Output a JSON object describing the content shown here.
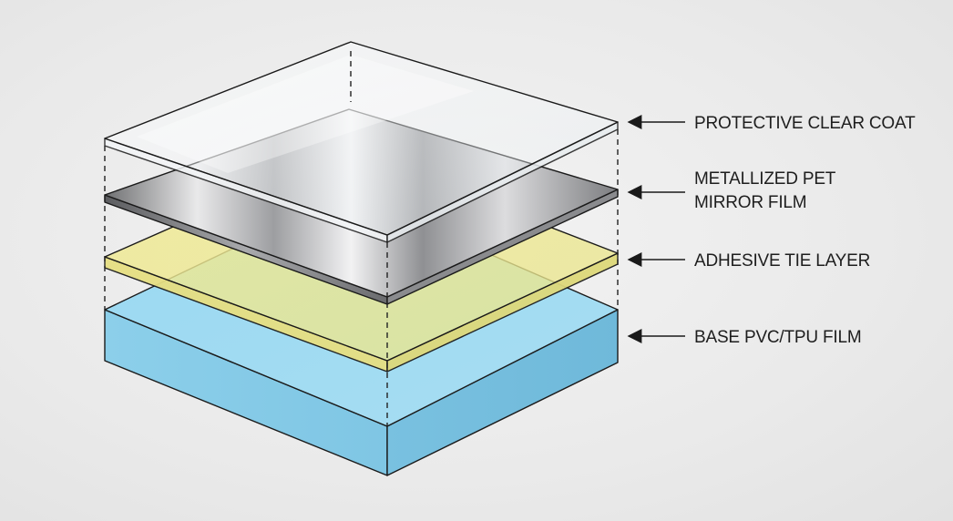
{
  "layers": [
    {
      "id": "protective",
      "label_lines": [
        "PROTECTIVE CLEAR COAT"
      ]
    },
    {
      "id": "metallized",
      "label_lines": [
        "METALLIZED PET",
        "MIRROR FILM"
      ]
    },
    {
      "id": "adhesive",
      "label_lines": [
        "ADHESIVE TIE LAYER"
      ]
    },
    {
      "id": "base",
      "label_lines": [
        "BASE PVC/TPU FILM"
      ]
    }
  ],
  "colors": {
    "background": "#ececec",
    "protective": "#f4f6f8",
    "metallized": "#b9babc",
    "adhesive": "#f2ec9a",
    "base": "#8fd3ef",
    "line": "#1a1a1a"
  }
}
